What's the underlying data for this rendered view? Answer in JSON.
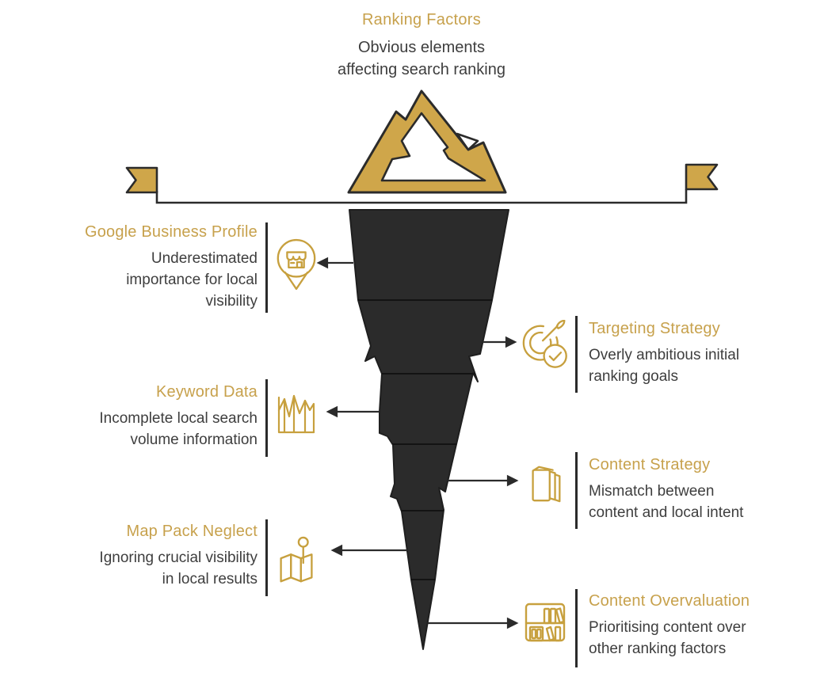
{
  "colors": {
    "gold_text": "#C7A14C",
    "gold_fill": "#CFA64A",
    "icon_stroke": "#C7A03E",
    "iceberg_dark": "#2B2B2B",
    "body_text": "#3E3E3E"
  },
  "header": {
    "title": "Ranking Factors",
    "subtitle_lines": [
      "Obvious elements",
      "affecting search ranking"
    ]
  },
  "items_left": [
    {
      "heading": "Google Business Profile",
      "body_lines": [
        "Underestimated",
        "importance for local",
        "visibility"
      ],
      "icon": "storefront-pin-icon"
    },
    {
      "heading": "Keyword Data",
      "body_lines": [
        "Incomplete local search",
        "volume information"
      ],
      "icon": "keyword-chart-icon"
    },
    {
      "heading": "Map Pack Neglect",
      "body_lines": [
        "Ignoring crucial visibility",
        "in local results"
      ],
      "icon": "map-pin-icon"
    }
  ],
  "items_right": [
    {
      "heading": "Targeting Strategy",
      "body_lines": [
        "Overly ambitious initial",
        "ranking goals"
      ],
      "icon": "target-arrow-check-icon"
    },
    {
      "heading": "Content Strategy",
      "body_lines": [
        "Mismatch between",
        "content and local intent"
      ],
      "icon": "open-book-icon"
    },
    {
      "heading": "Content Overvaluation",
      "body_lines": [
        "Prioritising content over",
        "other ranking factors"
      ],
      "icon": "bookshelf-icon"
    }
  ],
  "graphics": {
    "mountain": "mountain-peak-icon",
    "flags": [
      "left-banner-flag",
      "right-banner-flag"
    ],
    "iceberg_segments": 6
  }
}
